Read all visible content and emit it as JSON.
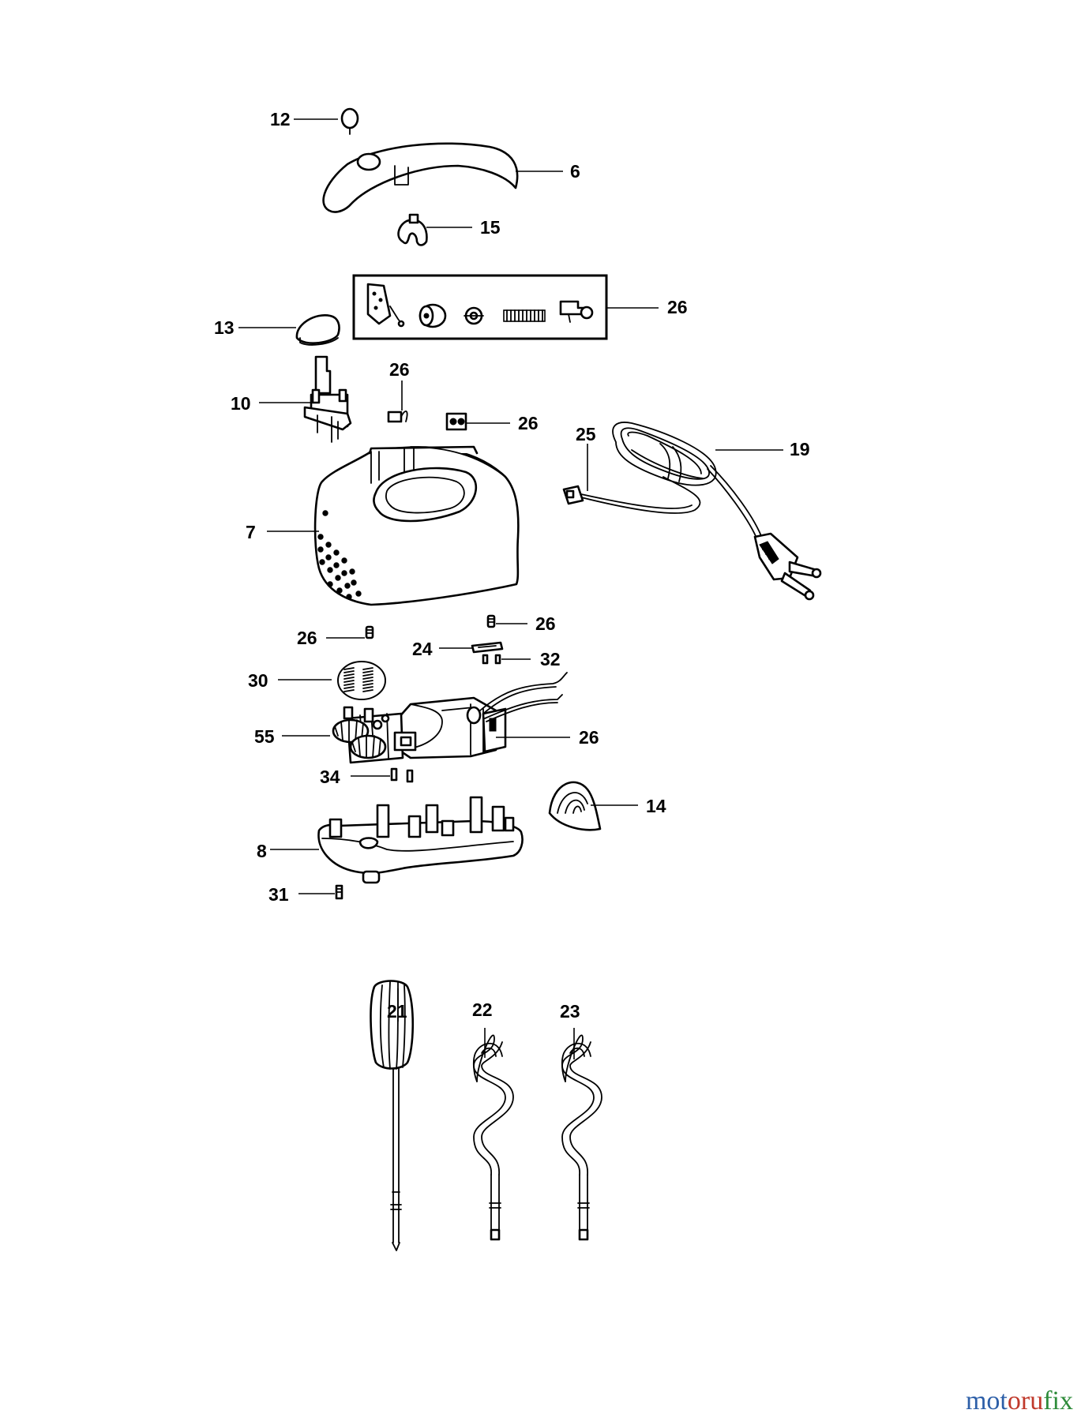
{
  "labels": {
    "p6": "6",
    "p7": "7",
    "p8": "8",
    "p10": "10",
    "p12": "12",
    "p13": "13",
    "p14": "14",
    "p15": "15",
    "p19": "19",
    "p21": "21",
    "p22": "22",
    "p23": "23",
    "p24": "24",
    "p25": "25",
    "p26a": "26",
    "p26b": "26",
    "p26c": "26",
    "p26d": "26",
    "p26e": "26",
    "p26f": "26",
    "p30": "30",
    "p31": "31",
    "p32": "32",
    "p34": "34",
    "p55": "55"
  },
  "watermark": {
    "part1": "mot",
    "part2": "oru",
    "part3": "fix"
  },
  "colors": {
    "line": "#000000",
    "background": "#ffffff"
  }
}
